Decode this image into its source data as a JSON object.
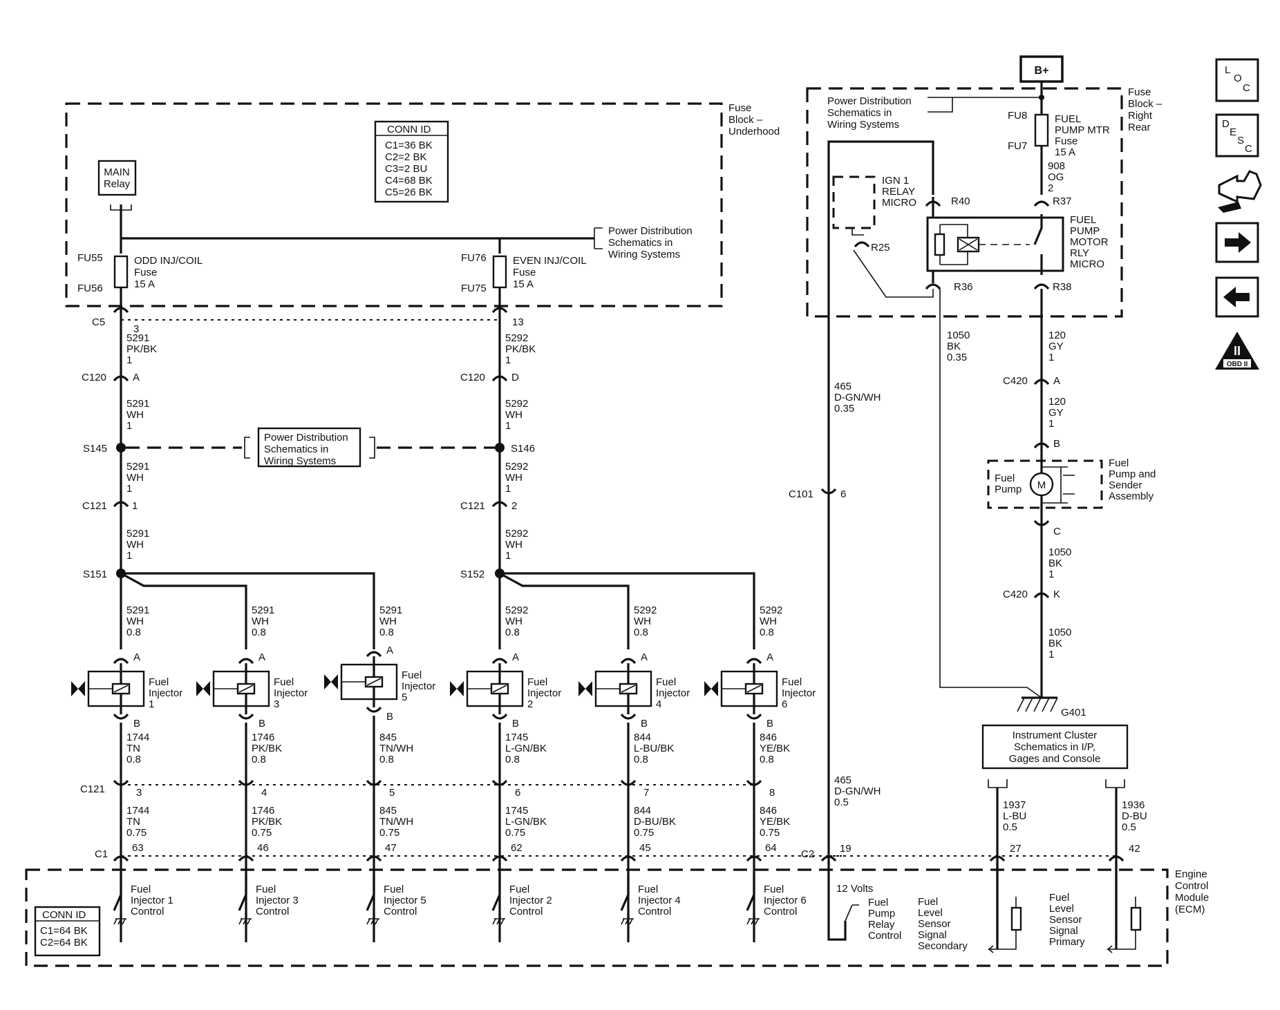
{
  "b_plus": "B+",
  "fuse_block_underhood": [
    "Fuse",
    "Block –",
    "Underhood"
  ],
  "fuse_block_rear": [
    "Fuse",
    "Block –",
    "Right",
    "Rear"
  ],
  "ecm_label": [
    "Engine",
    "Control",
    "Module",
    "(ECM)"
  ],
  "conn_id_top": {
    "title": "CONN ID",
    "lines": [
      "C1=36 BK",
      "C2=2 BK",
      "C3=2 BU",
      "C4=68 BK",
      "C5=26 BK"
    ]
  },
  "conn_id_bottom": {
    "title": "CONN ID",
    "lines": [
      "C1=64 BK",
      "C2=64 BK"
    ]
  },
  "main_relay": [
    "MAIN",
    "Relay"
  ],
  "power_dist": [
    "Power Distribution",
    "Schematics in",
    "Wiring Systems"
  ],
  "fuses": [
    {
      "top": "FU55",
      "bottom": "FU56",
      "label": [
        "ODD INJ/COIL",
        "Fuse",
        "15 A"
      ]
    },
    {
      "top": "FU76",
      "bottom": "FU75",
      "label": [
        "EVEN INJ/COIL",
        "Fuse",
        "15 A"
      ]
    },
    {
      "top": "FU8",
      "bottom": "FU7",
      "label": [
        "FUEL",
        "PUMP MTR",
        "Fuse",
        "15 A"
      ]
    }
  ],
  "left_bus": {
    "c5": {
      "conn": "C5",
      "pins": [
        "3",
        "13"
      ]
    },
    "wire_a": [
      [
        "5291",
        "PK/BK",
        "1"
      ],
      [
        "5292",
        "PK/BK",
        "1"
      ]
    ],
    "c120": {
      "conn": "C120",
      "pins": [
        "A",
        "D"
      ]
    },
    "wire_b": [
      [
        "5291",
        "WH",
        "1"
      ],
      [
        "5292",
        "WH",
        "1"
      ]
    ],
    "splices_a": [
      "S145",
      "S146"
    ],
    "c121": {
      "conn": "C121",
      "pins": [
        "1",
        "2"
      ]
    },
    "splices_b": [
      "S151",
      "S152"
    ]
  },
  "injectors": [
    {
      "feed": [
        "5291",
        "WH",
        "0.8"
      ],
      "name": [
        "Fuel",
        "Injector",
        "1"
      ],
      "wire": [
        "1744",
        "TN",
        "0.8"
      ],
      "c121": "3",
      "wire2": [
        "1744",
        "TN",
        "0.75"
      ],
      "c1": "63",
      "ctrl": [
        "Fuel",
        "Injector 1",
        "Control"
      ]
    },
    {
      "feed": [
        "5291",
        "WH",
        "0.8"
      ],
      "name": [
        "Fuel",
        "Injector",
        "3"
      ],
      "wire": [
        "1746",
        "PK/BK",
        "0.8"
      ],
      "c121": "4",
      "wire2": [
        "1746",
        "PK/BK",
        "0.75"
      ],
      "c1": "46",
      "ctrl": [
        "Fuel",
        "Injector 3",
        "Control"
      ]
    },
    {
      "feed": [
        "5291",
        "WH",
        "0.8"
      ],
      "name": [
        "Fuel",
        "Injector",
        "5"
      ],
      "wire": [
        "845",
        "TN/WH",
        "0.8"
      ],
      "c121": "5",
      "wire2": [
        "845",
        "TN/WH",
        "0.75"
      ],
      "c1": "47",
      "ctrl": [
        "Fuel",
        "Injector 5",
        "Control"
      ]
    },
    {
      "feed": [
        "5292",
        "WH",
        "0.8"
      ],
      "name": [
        "Fuel",
        "Injector",
        "2"
      ],
      "wire": [
        "1745",
        "L-GN/BK",
        "0.8"
      ],
      "c121": "6",
      "wire2": [
        "1745",
        "L-GN/BK",
        "0.75"
      ],
      "c1": "62",
      "ctrl": [
        "Fuel",
        "Injector 2",
        "Control"
      ]
    },
    {
      "feed": [
        "5292",
        "WH",
        "0.8"
      ],
      "name": [
        "Fuel",
        "Injector",
        "4"
      ],
      "wire": [
        "844",
        "L-BU/BK",
        "0.8"
      ],
      "c121": "7",
      "wire2": [
        "844",
        "D-BU/BK",
        "0.75"
      ],
      "c1": "45",
      "ctrl": [
        "Fuel",
        "Injector 4",
        "Control"
      ]
    },
    {
      "feed": [
        "5292",
        "WH",
        "0.8"
      ],
      "name": [
        "Fuel",
        "Injector",
        "6"
      ],
      "wire": [
        "846",
        "YE/BK",
        "0.8"
      ],
      "c121": "8",
      "wire2": [
        "846",
        "YE/BK",
        "0.75"
      ],
      "c1": "64",
      "ctrl": [
        "Fuel",
        "Injector 6",
        "Control"
      ]
    }
  ],
  "pin_a": "A",
  "pin_b": "B",
  "conn_c121": "C121",
  "conn_c1": "C1",
  "ign_relay": [
    "IGN 1",
    "RELAY",
    "MICRO"
  ],
  "pump_relay": [
    "FUEL",
    "PUMP",
    "MOTOR",
    "RLY",
    "MICRO"
  ],
  "relay_pins": {
    "r40": "R40",
    "r37": "R37",
    "r25": "R25",
    "r36": "R36",
    "r38": "R38"
  },
  "wire_908": [
    "908",
    "OG",
    "2"
  ],
  "wire_1050_035": [
    "1050",
    "BK",
    "0.35"
  ],
  "wire_465_035": [
    "465",
    "D-GN/WH",
    "0.35"
  ],
  "wire_120_top": [
    "120",
    "GY",
    "1"
  ],
  "wire_120_bot": [
    "120",
    "GY",
    "1"
  ],
  "c420": {
    "conn": "C420",
    "pin_a": "A",
    "pin_k": "K"
  },
  "c101": {
    "conn": "C101",
    "pin": "6"
  },
  "pump_pins": {
    "b": "B",
    "c": "C"
  },
  "fuel_pump": [
    "Fuel",
    "Pump"
  ],
  "motor": "M",
  "pump_assembly": [
    "Fuel",
    "Pump and",
    "Sender",
    "Assembly"
  ],
  "wire_1050_a": [
    "1050",
    "BK",
    "1"
  ],
  "wire_1050_b": [
    "1050",
    "BK",
    "1"
  ],
  "ground": "G401",
  "instrument_cluster": [
    "Instrument Cluster",
    "Schematics in I/P,",
    "Gages and Console"
  ],
  "wire_465_05": [
    "465",
    "D-GN/WH",
    "0.5"
  ],
  "wire_1937": [
    "1937",
    "L-BU",
    "0.5"
  ],
  "wire_1936": [
    "1936",
    "D-BU",
    "0.5"
  ],
  "c2": {
    "conn": "C2",
    "pins": [
      "19",
      "27",
      "42"
    ]
  },
  "volts": "12 Volts",
  "ecm_ctrl": {
    "relay": [
      "Fuel",
      "Pump",
      "Relay",
      "Control"
    ],
    "sec": [
      "Fuel",
      "Level",
      "Sensor",
      "Signal",
      "Secondary"
    ],
    "pri": [
      "Fuel",
      "Level",
      "Sensor",
      "Signal",
      "Primary"
    ]
  },
  "side_icons": {
    "loc": [
      "L",
      "O",
      "C"
    ],
    "desc": [
      "D",
      "E",
      "S",
      "C"
    ],
    "obd": [
      "II",
      "OBD II"
    ]
  },
  "icons": [
    "loc-icon",
    "desc-icon",
    "wrench-icon",
    "arrow-right-icon",
    "arrow-left-icon",
    "obd-icon"
  ]
}
